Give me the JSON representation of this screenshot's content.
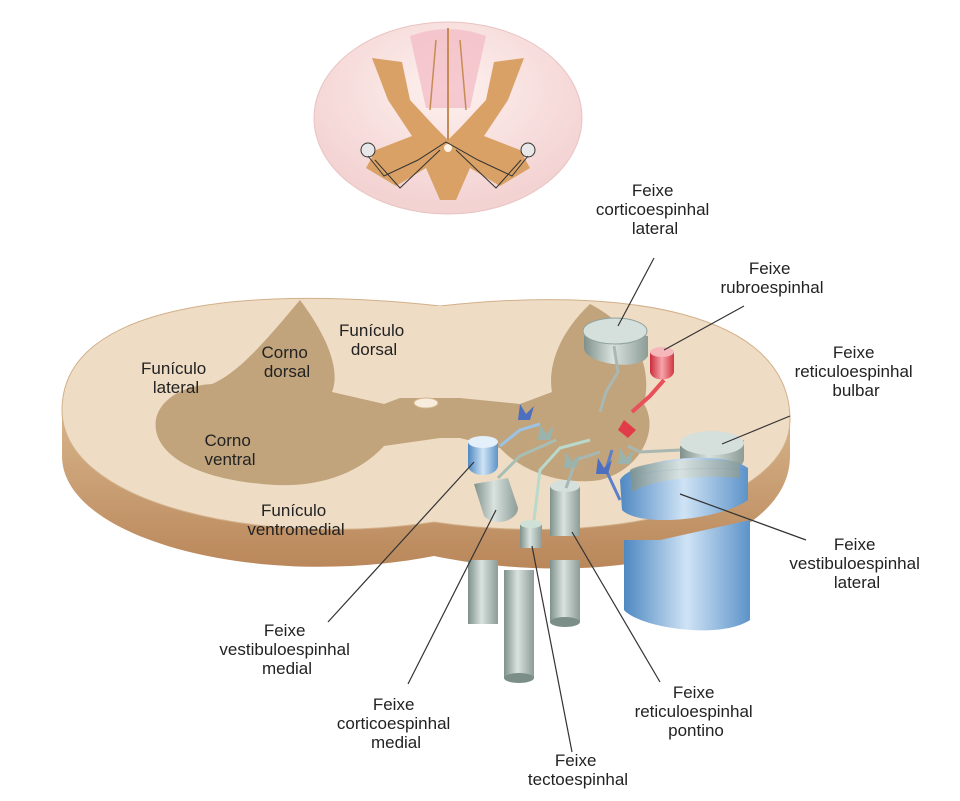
{
  "colors": {
    "section_fill": "#efdcc4",
    "section_edge": "#c9a278",
    "gray_matter": "#b89a70",
    "top_pink": "#f5c9cf",
    "top_orange": "#d9a165",
    "tract_gray": "#a8b7b2",
    "tract_blue": "#9bc3e6",
    "tract_red": "#e8505a",
    "neuron_blue": "#5b7fc9",
    "leader_line": "#333333"
  },
  "labels": {
    "funiculo_lateral": [
      "Funículo",
      "lateral"
    ],
    "corno_dorsal": [
      "Corno",
      "dorsal"
    ],
    "funiculo_dorsal": [
      "Funículo",
      "dorsal"
    ],
    "corno_ventral": [
      "Corno",
      "ventral"
    ],
    "funiculo_ventromedial": [
      "Funículo",
      "ventromedial"
    ],
    "corticoespinhal_lateral": [
      "Feixe",
      "corticoespinhal",
      "lateral"
    ],
    "rubroespinhal": [
      "Feixe",
      "rubroespinhal"
    ],
    "reticuloespinhal_bulbar": [
      "Feixe",
      "reticuloespinhal",
      "bulbar"
    ],
    "vestibuloespinhal_lateral": [
      "Feixe",
      "vestibuloespinhal",
      "lateral"
    ],
    "vestibuloespinhal_medial": [
      "Feixe",
      "vestibuloespinhal",
      "medial"
    ],
    "corticoespinhal_medial": [
      "Feixe",
      "corticoespinhal",
      "medial"
    ],
    "reticuloespinhal_pontino": [
      "Feixe",
      "reticuloespinhal",
      "pontino"
    ],
    "tectoespinhal": [
      "Feixe",
      "tectoespinhal"
    ]
  }
}
